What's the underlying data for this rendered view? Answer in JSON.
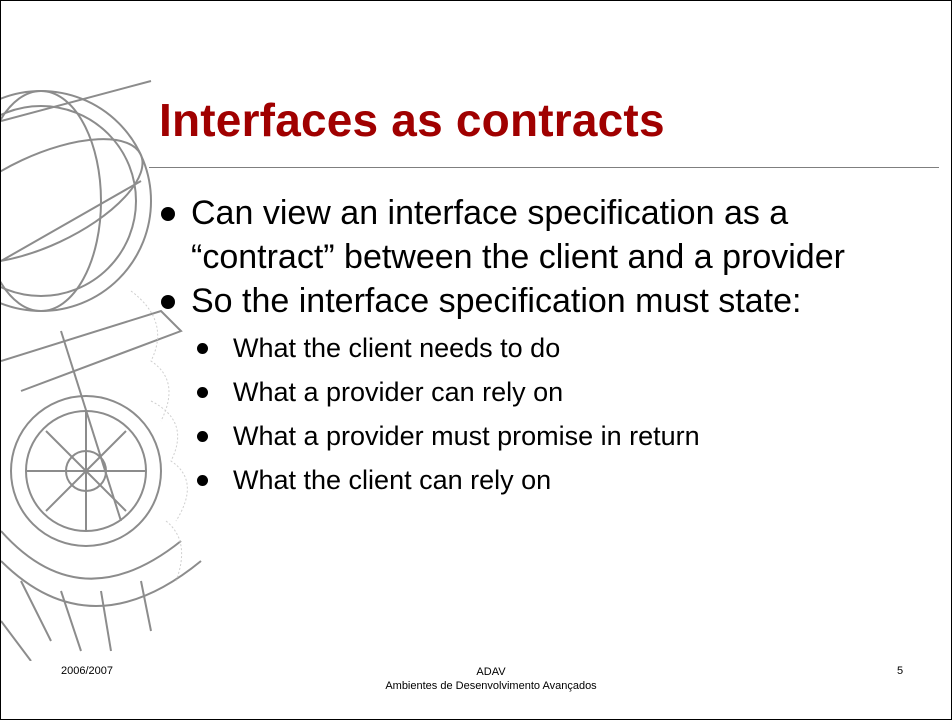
{
  "slide": {
    "title": "Interfaces as contracts",
    "bullets": [
      {
        "text": "Can view an interface specification as a “contract” between the client and a provider",
        "subitems": []
      },
      {
        "text": "So the interface specification must state:",
        "subitems": [
          "What the client needs to do",
          "What a provider can rely on",
          "What a provider must promise in return",
          "What the client can rely on"
        ]
      }
    ],
    "footer": {
      "date": "2006/2007",
      "course_code": "ADAV",
      "course_name": "Ambientes de Desenvolvimento Avançados",
      "page_number": "5"
    }
  },
  "decoration": {
    "icon": "armillary-sphere-emblem-icon",
    "color": "#8c8c8c"
  }
}
